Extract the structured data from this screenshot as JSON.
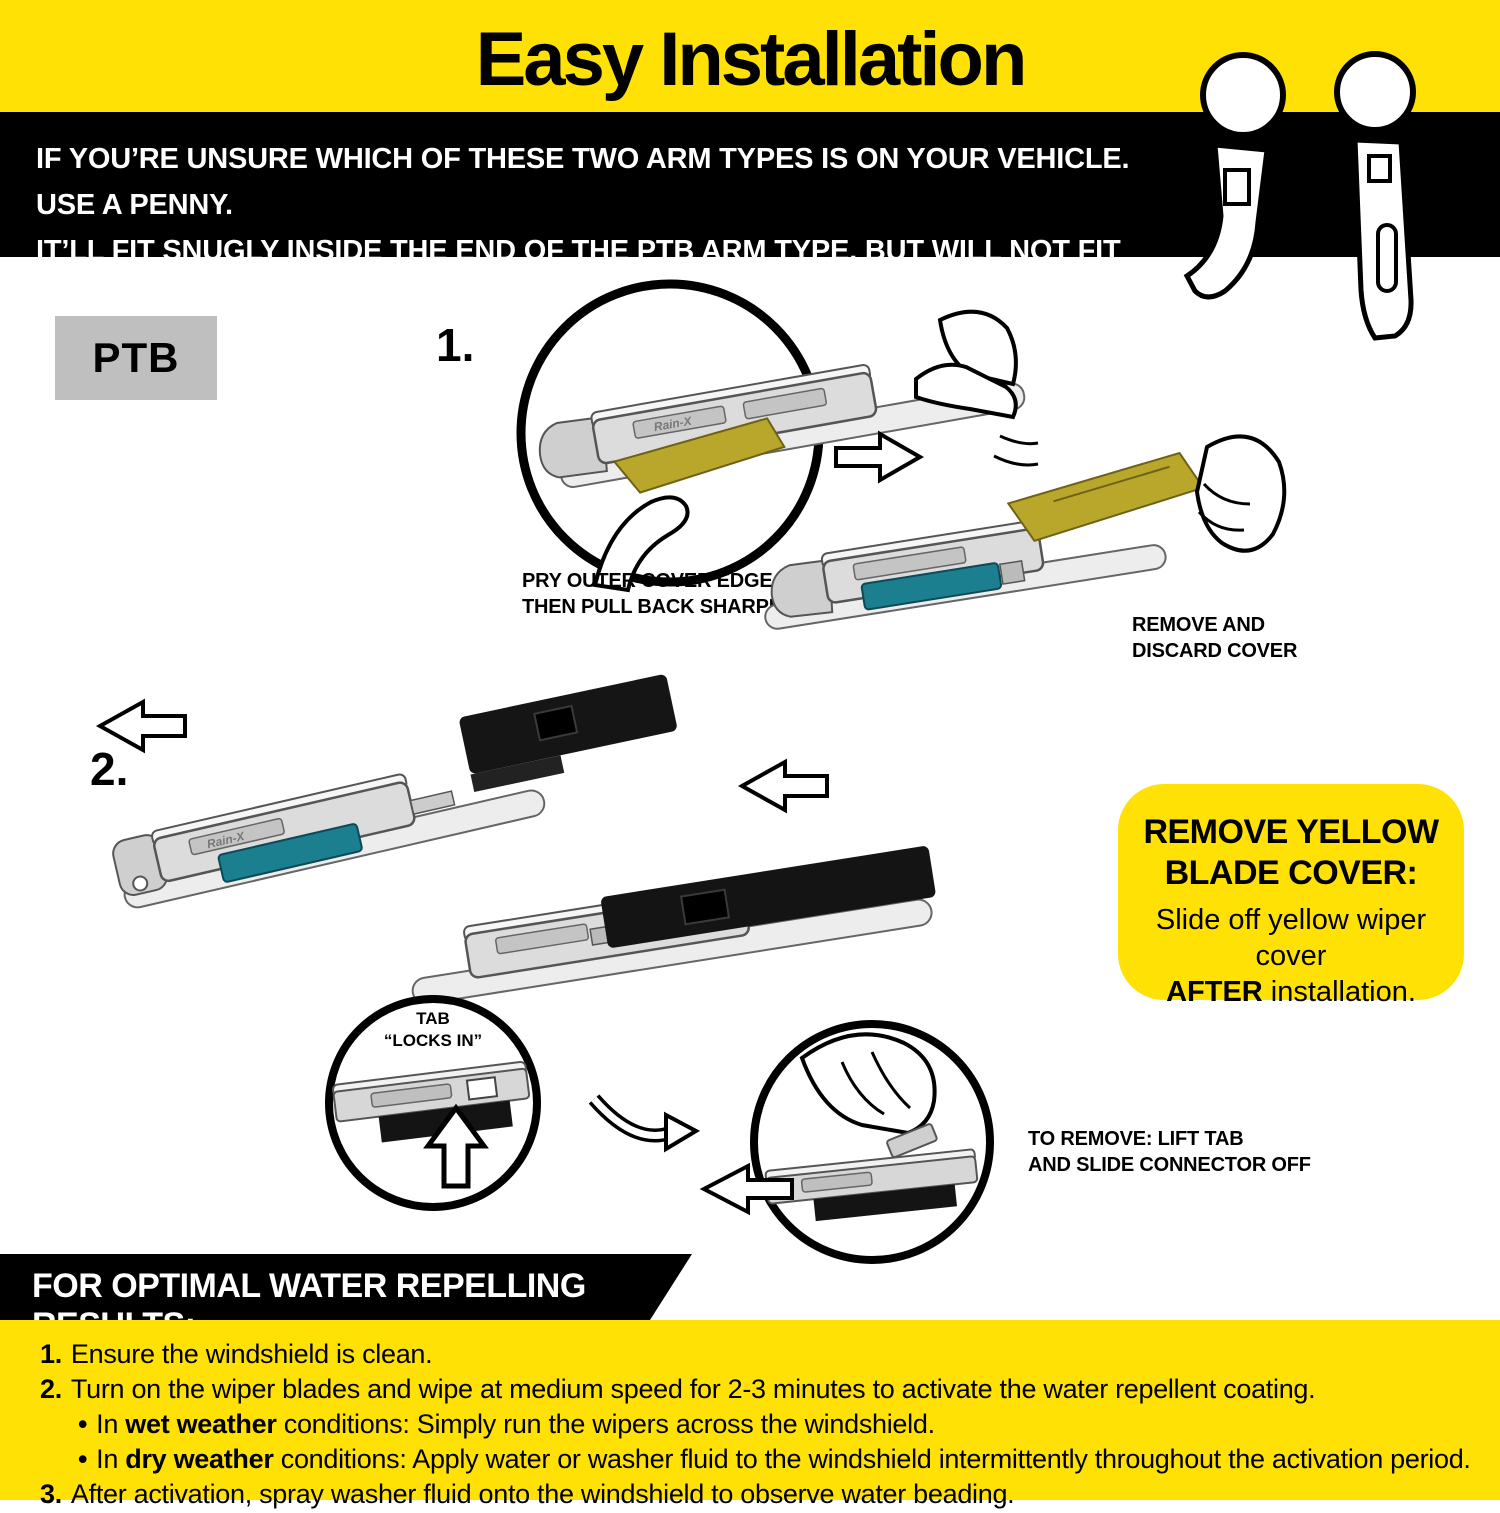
{
  "header": {
    "title": "Easy Installation",
    "notice_line1": "IF YOU’RE UNSURE WHICH OF THESE TWO ARM TYPES IS ON YOUR VEHICLE. USE A PENNY.",
    "notice_line2": "IT’LL FIT SNUGLY INSIDE THE END OF THE PTB ARM TYPE, BUT WILL NOT FIT THE NARROW PTB"
  },
  "labels": {
    "ptb": "PTB",
    "step1": "1.",
    "step2": "2."
  },
  "captions": {
    "pry_line1": "PRY OUTER COVER EDGE",
    "pry_line2": "THEN PULL BACK SHARPLY",
    "discard_line1": "REMOVE AND",
    "discard_line2": "DISCARD COVER",
    "tab_line1": "TAB",
    "tab_line2": "“LOCKS IN”",
    "remove_line1": "TO REMOVE: LIFT TAB",
    "remove_line2": "AND SLIDE CONNECTOR OFF"
  },
  "callout": {
    "title_line1": "REMOVE YELLOW",
    "title_line2": "BLADE COVER:",
    "body_line1": "Slide off yellow wiper cover",
    "body_bold": "AFTER",
    "body_rest": " installation."
  },
  "footer": {
    "banner": "FOR OPTIMAL WATER REPELLING RESULTS:",
    "lines": [
      {
        "marker": "1.",
        "pre": "Ensure the windshield is clean.",
        "bold": "",
        "post": ""
      },
      {
        "marker": "2.",
        "pre": "Turn on the wiper blades and wipe at medium speed for 2-3 minutes to activate the water repellent coating.",
        "bold": "",
        "post": ""
      },
      {
        "marker": "•",
        "pre": "In ",
        "bold": "wet weather",
        "post": " conditions: Simply run the wipers across the windshield."
      },
      {
        "marker": "•",
        "pre": "In ",
        "bold": "dry weather",
        "post": " conditions: Apply water or washer fluid to the windshield intermittently throughout the activation period."
      },
      {
        "marker": "3.",
        "pre": "After activation, spray washer fluid onto the windshield to observe water beading.",
        "bold": "",
        "post": ""
      }
    ]
  },
  "colors": {
    "brand_yellow": "#FFE105",
    "black": "#000000",
    "blade_gray": "#DCDCDC",
    "teal_pad": "#1B7F90",
    "cover_olive": "#B9A72C"
  }
}
